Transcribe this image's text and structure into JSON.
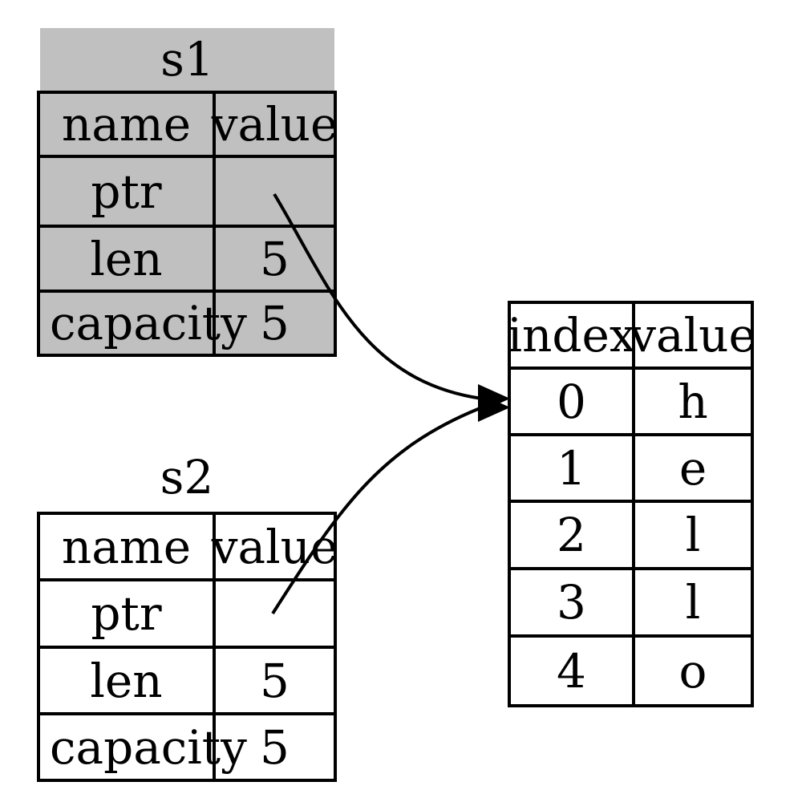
{
  "diagram": {
    "s1": {
      "title": "s1",
      "header": [
        "name",
        "value"
      ],
      "rows": [
        [
          "ptr",
          ""
        ],
        [
          "len",
          "5"
        ],
        [
          "capacity",
          "5"
        ]
      ],
      "fill": "#c0c0c0"
    },
    "s2": {
      "title": "s2",
      "header": [
        "name",
        "value"
      ],
      "rows": [
        [
          "ptr",
          ""
        ],
        [
          "len",
          "5"
        ],
        [
          "capacity",
          "5"
        ]
      ],
      "fill": "#ffffff"
    },
    "heap": {
      "header": [
        "index",
        "value"
      ],
      "rows": [
        [
          "0",
          "h"
        ],
        [
          "1",
          "e"
        ],
        [
          "2",
          "l"
        ],
        [
          "3",
          "l"
        ],
        [
          "4",
          "o"
        ]
      ],
      "fill": "#ffffff"
    },
    "colors": {
      "line": "#000000",
      "moved_fill": "#c0c0c0",
      "background": "#ffffff"
    }
  }
}
